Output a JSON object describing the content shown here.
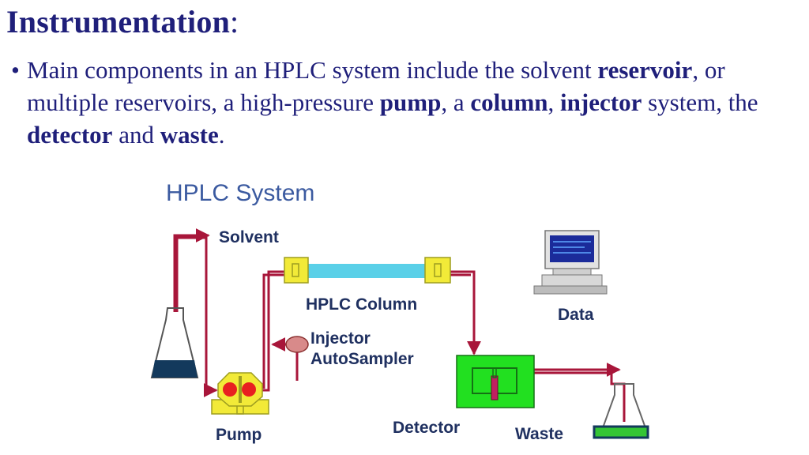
{
  "heading": {
    "title": "Instrumentation",
    "colon": ":"
  },
  "bullet": {
    "dot": "•",
    "segments": [
      {
        "text": "Main components in an HPLC system include the solvent ",
        "bold": false
      },
      {
        "text": "reservoir",
        "bold": true
      },
      {
        "text": ", or multiple reservoirs, a high-pressure ",
        "bold": false
      },
      {
        "text": "pump",
        "bold": true
      },
      {
        "text": ", a ",
        "bold": false
      },
      {
        "text": "column",
        "bold": true
      },
      {
        "text": ", ",
        "bold": false
      },
      {
        "text": "injector",
        "bold": true
      },
      {
        "text": " system, the ",
        "bold": false
      },
      {
        "text": "detector",
        "bold": true
      },
      {
        "text": " and ",
        "bold": false
      },
      {
        "text": "waste",
        "bold": true
      },
      {
        "text": ".",
        "bold": false
      }
    ]
  },
  "diagram": {
    "title": "HPLC System",
    "labels": {
      "solvent": "Solvent",
      "column": "HPLC Column",
      "injector_line1": "Injector",
      "injector_line2": "AutoSampler",
      "pump": "Pump",
      "detector": "Detector",
      "waste": "Waste",
      "data": "Data"
    },
    "colors": {
      "tubing": "#a8163a",
      "column": "#5ad0e8",
      "fitting": "#f2ea38",
      "detector": "#22e020",
      "injector": "#d88a8a",
      "reservoir_liquid": "#13395c",
      "waste_liquid": "#35c535"
    }
  }
}
